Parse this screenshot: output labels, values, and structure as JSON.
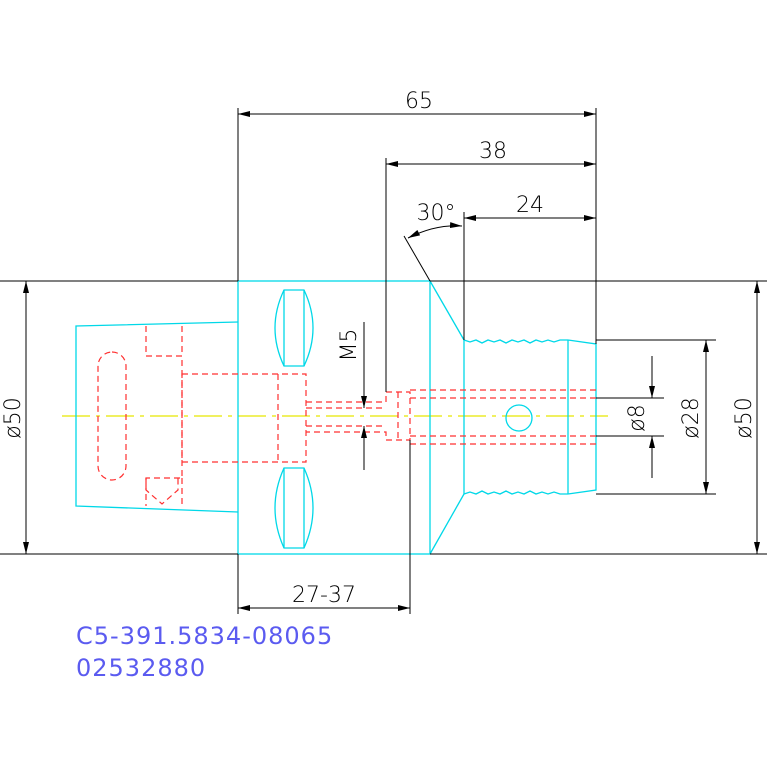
{
  "dimensions": {
    "overall_length": "65",
    "length_38": "38",
    "length_24": "24",
    "chamfer_angle": "30°",
    "thread": "M5",
    "bore_diameter": "ø8",
    "neck_diameter": "ø28",
    "flange_diameter_left": "ø50",
    "flange_diameter_right": "ø50",
    "adjust_range": "27-37"
  },
  "part": {
    "number": "C5-391.5834-08065",
    "code": "02532880"
  },
  "colors": {
    "outline": "#00d8e8",
    "hidden": "#ff3030",
    "centerline": "#e6e600",
    "dimension": "#000000",
    "text": "#5b5bf0"
  }
}
